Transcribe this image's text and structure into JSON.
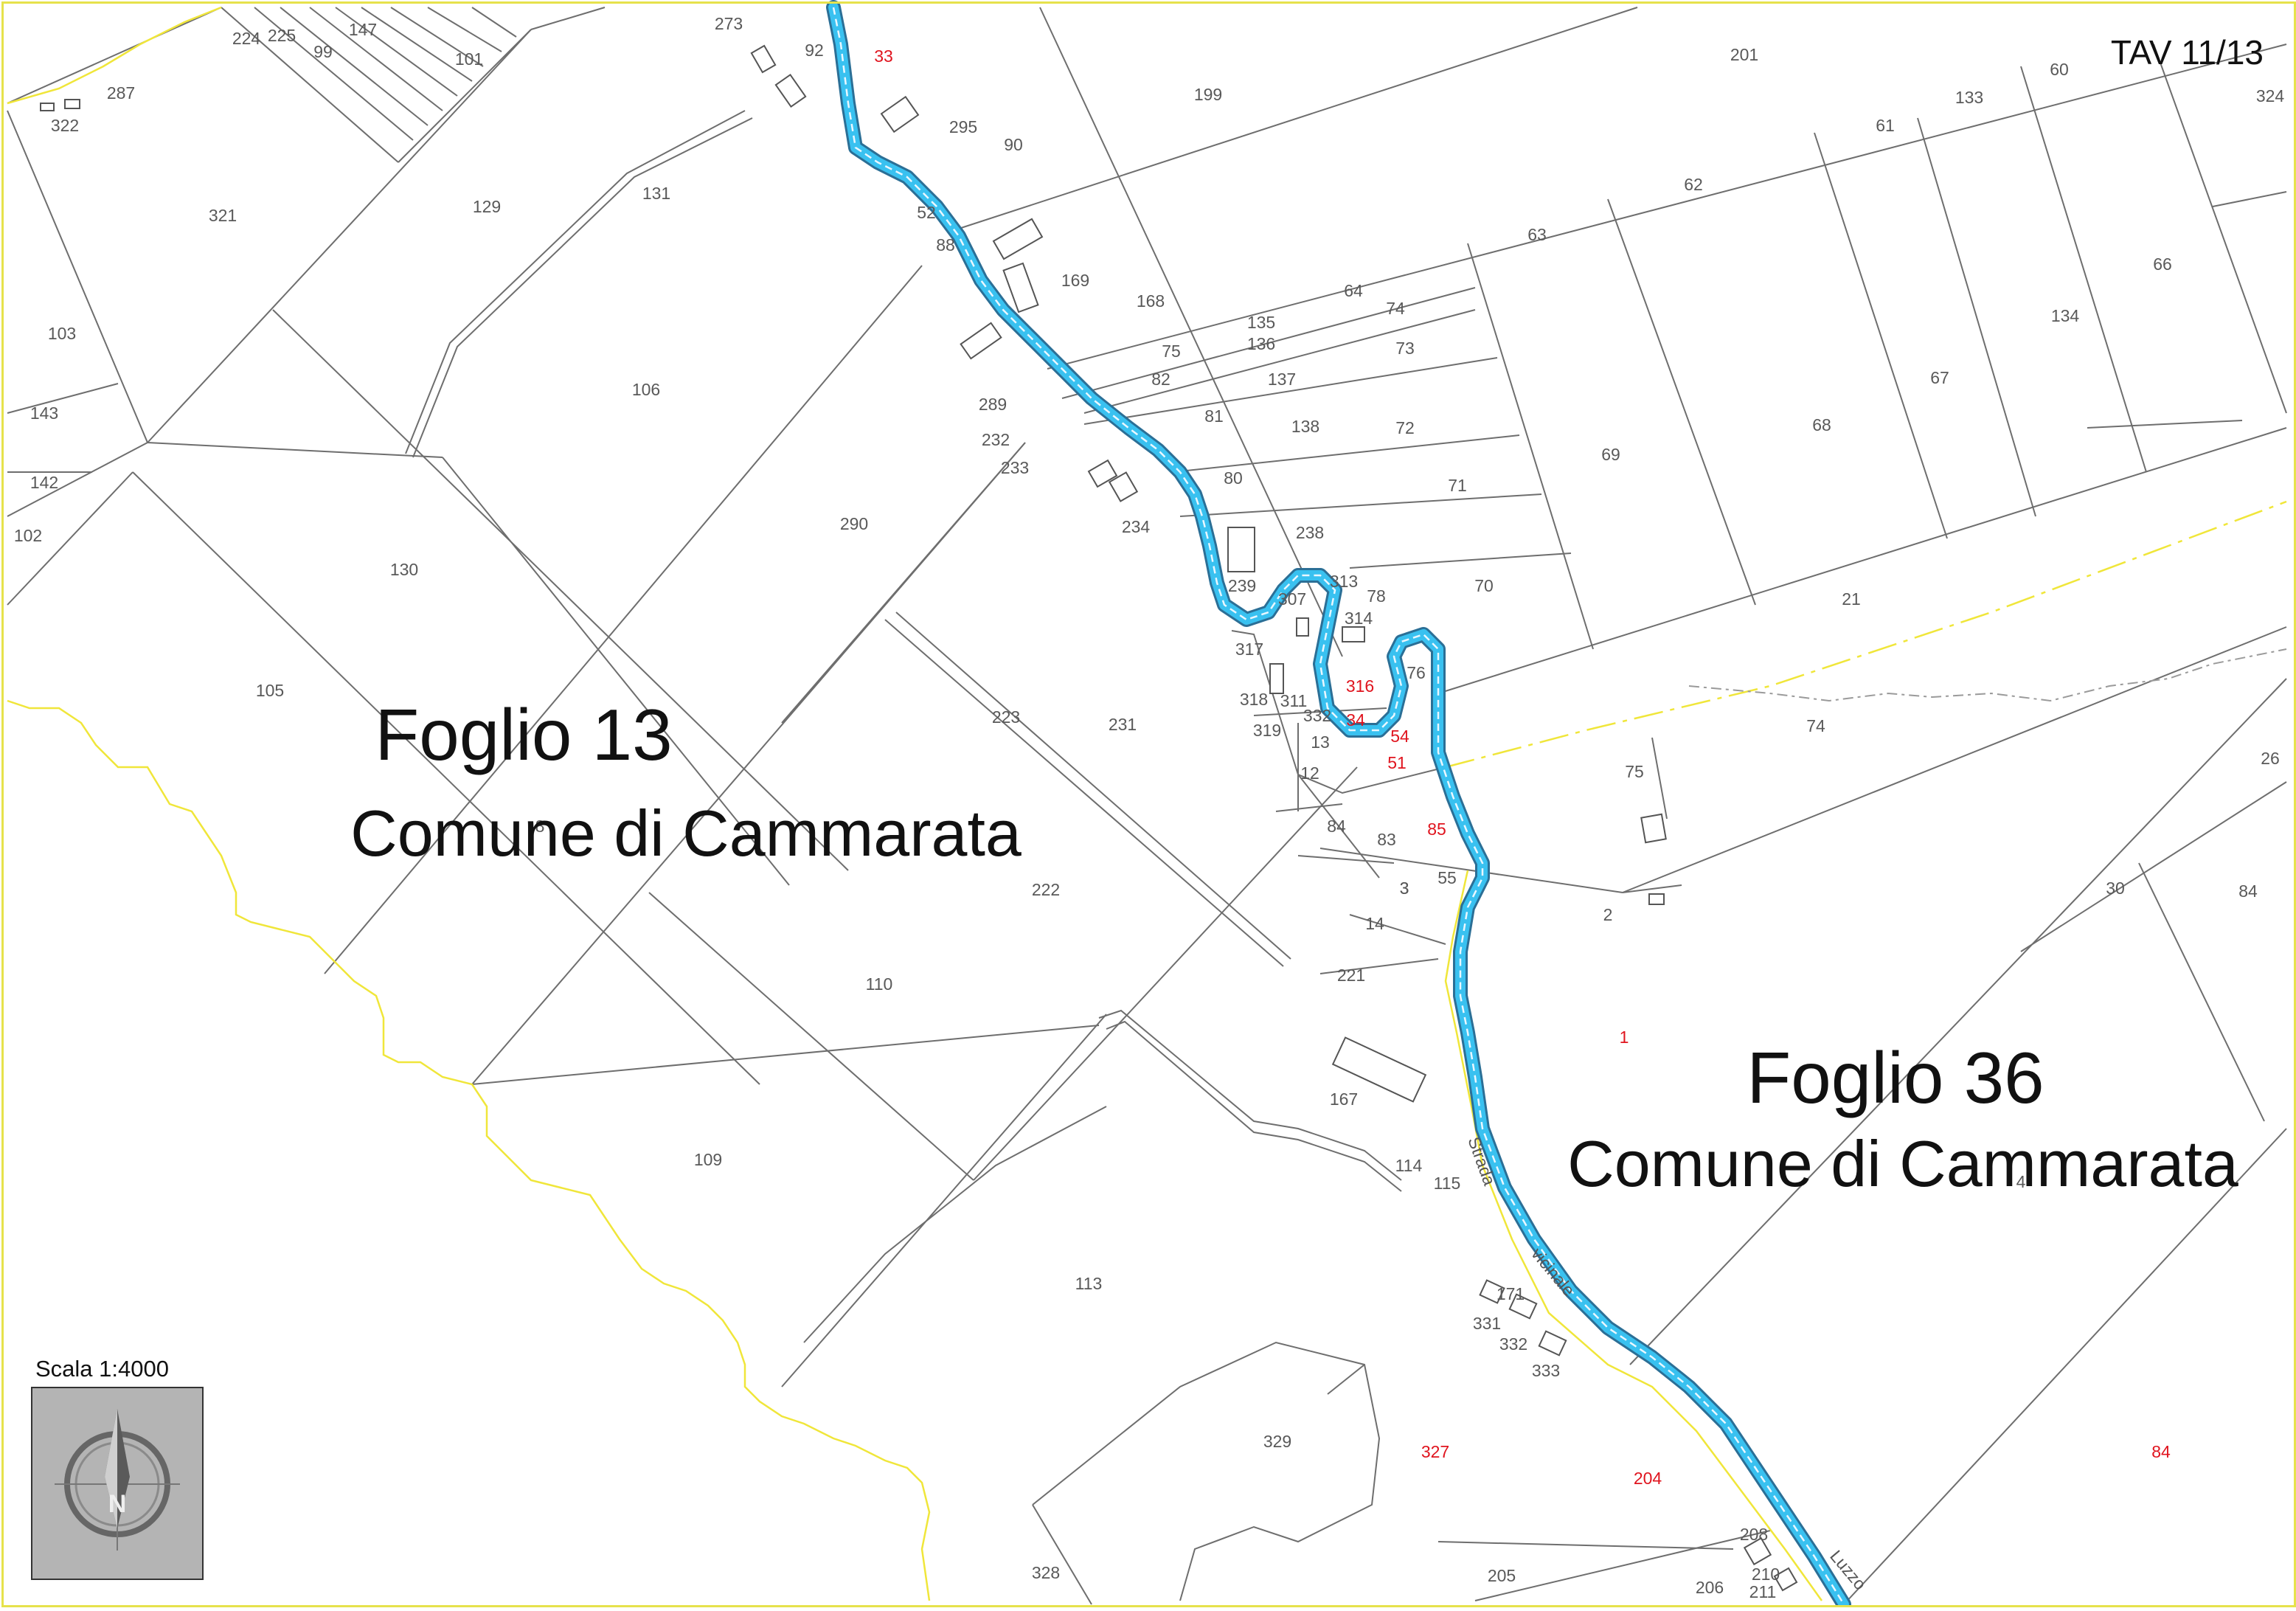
{
  "sheet_label": "TAV 11/13",
  "scale_label": "Scala 1:4000",
  "compass_icon": "north-arrow-icon",
  "sheets": [
    {
      "title": "Foglio 13",
      "subtitle": "Comune di Cammarata"
    },
    {
      "title": "Foglio 36",
      "subtitle": "Comune di Cammarata"
    }
  ],
  "road_labels": [
    "Strada",
    "vicinale",
    "Luzzo"
  ],
  "parcels": [
    {
      "id": "273",
      "color": "gray"
    },
    {
      "id": "92",
      "color": "gray"
    },
    {
      "id": "33",
      "color": "red"
    },
    {
      "id": "201",
      "color": "gray"
    },
    {
      "id": "199",
      "color": "gray"
    },
    {
      "id": "60",
      "color": "gray"
    },
    {
      "id": "324",
      "color": "gray"
    },
    {
      "id": "133",
      "color": "gray"
    },
    {
      "id": "61",
      "color": "gray"
    },
    {
      "id": "62",
      "color": "gray"
    },
    {
      "id": "63",
      "color": "gray"
    },
    {
      "id": "66",
      "color": "gray"
    },
    {
      "id": "134",
      "color": "gray"
    },
    {
      "id": "67",
      "color": "gray"
    },
    {
      "id": "68",
      "color": "gray"
    },
    {
      "id": "69",
      "color": "gray"
    },
    {
      "id": "21",
      "color": "gray"
    },
    {
      "id": "70",
      "color": "gray"
    },
    {
      "id": "71",
      "color": "gray"
    },
    {
      "id": "72",
      "color": "gray"
    },
    {
      "id": "73",
      "color": "gray"
    },
    {
      "id": "74",
      "color": "gray"
    },
    {
      "id": "64",
      "color": "gray"
    },
    {
      "id": "295",
      "color": "gray"
    },
    {
      "id": "90",
      "color": "gray"
    },
    {
      "id": "52",
      "color": "gray"
    },
    {
      "id": "88",
      "color": "gray"
    },
    {
      "id": "169",
      "color": "gray"
    },
    {
      "id": "168",
      "color": "gray"
    },
    {
      "id": "135",
      "color": "gray"
    },
    {
      "id": "136",
      "color": "gray"
    },
    {
      "id": "137",
      "color": "gray"
    },
    {
      "id": "138",
      "color": "gray"
    },
    {
      "id": "75",
      "color": "gray"
    },
    {
      "id": "82",
      "color": "gray"
    },
    {
      "id": "81",
      "color": "gray"
    },
    {
      "id": "80",
      "color": "gray"
    },
    {
      "id": "238",
      "color": "gray"
    },
    {
      "id": "313",
      "color": "gray"
    },
    {
      "id": "78",
      "color": "gray"
    },
    {
      "id": "307",
      "color": "gray"
    },
    {
      "id": "314",
      "color": "gray"
    },
    {
      "id": "239",
      "color": "gray"
    },
    {
      "id": "317",
      "color": "gray"
    },
    {
      "id": "316",
      "color": "red"
    },
    {
      "id": "76",
      "color": "gray"
    },
    {
      "id": "318",
      "color": "gray"
    },
    {
      "id": "311",
      "color": "gray"
    },
    {
      "id": "332",
      "color": "gray"
    },
    {
      "id": "34",
      "color": "red"
    },
    {
      "id": "319",
      "color": "gray"
    },
    {
      "id": "13",
      "color": "gray"
    },
    {
      "id": "54",
      "color": "red"
    },
    {
      "id": "51",
      "color": "red"
    },
    {
      "id": "12",
      "color": "gray"
    },
    {
      "id": "84",
      "color": "gray"
    },
    {
      "id": "83",
      "color": "gray"
    },
    {
      "id": "85",
      "color": "red"
    },
    {
      "id": "55",
      "color": "gray"
    },
    {
      "id": "3",
      "color": "gray"
    },
    {
      "id": "14",
      "color": "gray"
    },
    {
      "id": "221",
      "color": "gray"
    },
    {
      "id": "2",
      "color": "gray"
    },
    {
      "id": "75",
      "color": "gray"
    },
    {
      "id": "74",
      "color": "gray"
    },
    {
      "id": "26",
      "color": "gray"
    },
    {
      "id": "30",
      "color": "gray"
    },
    {
      "id": "84",
      "color": "gray"
    },
    {
      "id": "1",
      "color": "red"
    },
    {
      "id": "4",
      "color": "gray"
    },
    {
      "id": "167",
      "color": "gray"
    },
    {
      "id": "114",
      "color": "gray"
    },
    {
      "id": "115",
      "color": "gray"
    },
    {
      "id": "171",
      "color": "gray"
    },
    {
      "id": "331",
      "color": "gray"
    },
    {
      "id": "332",
      "color": "gray"
    },
    {
      "id": "333",
      "color": "gray"
    },
    {
      "id": "327",
      "color": "red"
    },
    {
      "id": "204",
      "color": "red"
    },
    {
      "id": "84",
      "color": "red"
    },
    {
      "id": "329",
      "color": "gray"
    },
    {
      "id": "328",
      "color": "gray"
    },
    {
      "id": "205",
      "color": "gray"
    },
    {
      "id": "208",
      "color": "gray"
    },
    {
      "id": "210",
      "color": "gray"
    },
    {
      "id": "211",
      "color": "gray"
    },
    {
      "id": "206",
      "color": "gray"
    },
    {
      "id": "113",
      "color": "gray"
    },
    {
      "id": "109",
      "color": "gray"
    },
    {
      "id": "110",
      "color": "gray"
    },
    {
      "id": "222",
      "color": "gray"
    },
    {
      "id": "223",
      "color": "gray"
    },
    {
      "id": "231",
      "color": "gray"
    },
    {
      "id": "290",
      "color": "gray"
    },
    {
      "id": "232",
      "color": "gray"
    },
    {
      "id": "233",
      "color": "gray"
    },
    {
      "id": "234",
      "color": "gray"
    },
    {
      "id": "289",
      "color": "gray"
    },
    {
      "id": "106",
      "color": "gray"
    },
    {
      "id": "131",
      "color": "gray"
    },
    {
      "id": "129",
      "color": "gray"
    },
    {
      "id": "101",
      "color": "gray"
    },
    {
      "id": "147",
      "color": "gray"
    },
    {
      "id": "99",
      "color": "gray"
    },
    {
      "id": "225",
      "color": "gray"
    },
    {
      "id": "224",
      "color": "gray"
    },
    {
      "id": "287",
      "color": "gray"
    },
    {
      "id": "322",
      "color": "gray"
    },
    {
      "id": "321",
      "color": "gray"
    },
    {
      "id": "103",
      "color": "gray"
    },
    {
      "id": "143",
      "color": "gray"
    },
    {
      "id": "142",
      "color": "gray"
    },
    {
      "id": "102",
      "color": "gray"
    },
    {
      "id": "130",
      "color": "gray"
    },
    {
      "id": "105",
      "color": "gray"
    },
    {
      "id": "8",
      "color": "gray"
    },
    {
      "id": "3",
      "color": "gray"
    }
  ],
  "colors": {
    "parcel_text": "#595959",
    "highlight_text": "#e0141e",
    "river": "#39c1f0",
    "boundary": "#f0e63a"
  }
}
